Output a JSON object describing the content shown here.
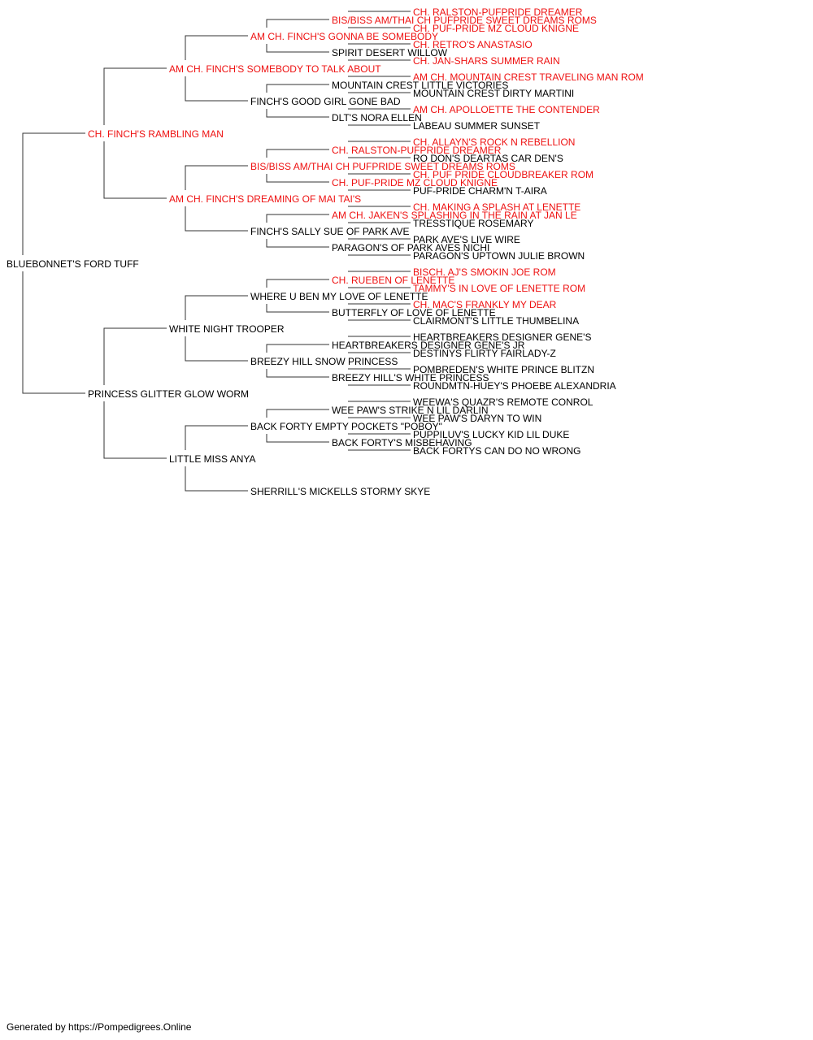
{
  "colors": {
    "champion": "#ee1111",
    "normal": "#000000",
    "line": "#333333"
  },
  "pedigree": {
    "name": "BLUEBONNET'S FORD TUFF",
    "champion": false,
    "sire": {
      "name": "CH. FINCH'S RAMBLING MAN",
      "champion": true,
      "sire": {
        "name": "AM CH. FINCH'S SOMEBODY TO TALK ABOUT",
        "champion": true,
        "sire": {
          "name": "AM CH. FINCH'S GONNA BE SOMEBODY",
          "champion": true,
          "sire": {
            "name": "BIS/BISS AM/THAI CH PUFPRIDE SWEET DREAMS ROMS",
            "champion": true,
            "sire": {
              "name": "CH. RALSTON-PUFPRIDE DREAMER",
              "champion": true
            },
            "dam": {
              "name": "CH. PUF-PRIDE MZ CLOUD KNIGNE",
              "champion": true
            }
          },
          "dam": {
            "name": "SPIRIT DESERT WILLOW",
            "champion": false,
            "sire": {
              "name": "CH. RETRO'S ANASTASIO",
              "champion": true
            },
            "dam": {
              "name": "CH. JAN-SHARS SUMMER RAIN",
              "champion": true
            }
          }
        },
        "dam": {
          "name": "FINCH'S GOOD GIRL GONE BAD",
          "champion": false,
          "sire": {
            "name": "MOUNTAIN CREST LITTLE VICTORIES",
            "champion": false,
            "sire": {
              "name": "AM CH. MOUNTAIN CREST TRAVELING MAN ROM",
              "champion": true
            },
            "dam": {
              "name": "MOUNTAIN CREST DIRTY MARTINI",
              "champion": false
            }
          },
          "dam": {
            "name": "DLT'S NORA ELLEN",
            "champion": false,
            "sire": {
              "name": "AM CH. APOLLOETTE THE CONTENDER",
              "champion": true
            },
            "dam": {
              "name": "LABEAU SUMMER SUNSET",
              "champion": false
            }
          }
        }
      },
      "dam": {
        "name": "AM CH. FINCH'S DREAMING OF MAI TAI'S",
        "champion": true,
        "sire": {
          "name": "BIS/BISS AM/THAI CH PUFPRIDE SWEET DREAMS ROMS",
          "champion": true,
          "sire": {
            "name": "CH. RALSTON-PUFPRIDE DREAMER",
            "champion": true,
            "sire": {
              "name": "CH. ALLAYN'S ROCK N REBELLION",
              "champion": true
            },
            "dam": {
              "name": "RO DON'S DEARTAS CAR DEN'S",
              "champion": false
            }
          },
          "dam": {
            "name": "CH. PUF-PRIDE MZ CLOUD KNIGNE",
            "champion": true,
            "sire": {
              "name": "CH. PUF PRIDE CLOUDBREAKER ROM",
              "champion": true
            },
            "dam": {
              "name": "PUF-PRIDE CHARM'N T-AIRA",
              "champion": false
            }
          }
        },
        "dam": {
          "name": "FINCH'S SALLY SUE OF PARK AVE",
          "champion": false,
          "sire": {
            "name": "AM CH. JAKEN'S SPLASHING IN THE RAIN AT JAN LE",
            "champion": true,
            "sire": {
              "name": "CH. MAKING A SPLASH AT LENETTE",
              "champion": true
            },
            "dam": {
              "name": "TRESSTIQUE ROSEMARY",
              "champion": false
            }
          },
          "dam": {
            "name": "PARAGON'S OF PARK AVES NICHI",
            "champion": false,
            "sire": {
              "name": "PARK AVE'S LIVE WIRE",
              "champion": false
            },
            "dam": {
              "name": "PARAGON'S UPTOWN JULIE BROWN",
              "champion": false
            }
          }
        }
      }
    },
    "dam": {
      "name": "PRINCESS GLITTER GLOW WORM",
      "champion": false,
      "sire": {
        "name": "WHITE NIGHT TROOPER",
        "champion": false,
        "sire": {
          "name": "WHERE U BEN MY LOVE OF LENETTE",
          "champion": false,
          "sire": {
            "name": "CH. RUEBEN OF LENETTE",
            "champion": true,
            "sire": {
              "name": "BISCH. AJ'S SMOKIN JOE ROM",
              "champion": true
            },
            "dam": {
              "name": "TAMMY'S IN LOVE OF LENETTE ROM",
              "champion": true
            }
          },
          "dam": {
            "name": "BUTTERFLY OF LOVE OF LENETTE",
            "champion": false,
            "sire": {
              "name": "CH. MAC'S FRANKLY MY DEAR",
              "champion": true
            },
            "dam": {
              "name": "CLAIRMONT'S LITTLE THUMBELINA",
              "champion": false
            }
          }
        },
        "dam": {
          "name": "BREEZY HILL SNOW PRINCESS",
          "champion": false,
          "sire": {
            "name": "HEARTBREAKERS DESIGNER GENE'S JR",
            "champion": false,
            "sire": {
              "name": "HEARTBREAKERS DESIGNER GENE'S",
              "champion": false
            },
            "dam": {
              "name": "DESTINYS FLIRTY FAIRLADY-Z",
              "champion": false
            }
          },
          "dam": {
            "name": "BREEZY HILL'S WHITE PRINCESS",
            "champion": false,
            "sire": {
              "name": "POMBREDEN'S WHITE PRINCE BLITZN",
              "champion": false
            },
            "dam": {
              "name": "ROUNDMTN-HUEY'S PHOEBE ALEXANDRIA",
              "champion": false
            }
          }
        }
      },
      "dam": {
        "name": "LITTLE MISS ANYA",
        "champion": false,
        "sire": {
          "name": "BACK FORTY EMPTY POCKETS \"POBOY\"",
          "champion": false,
          "sire": {
            "name": "WEE PAW'S STRIKE N LIL DARLIN",
            "champion": false,
            "sire": {
              "name": "WEEWA'S QUAZR'S REMOTE CONROL",
              "champion": false
            },
            "dam": {
              "name": "WEE PAW'S DARYN TO WIN",
              "champion": false
            }
          },
          "dam": {
            "name": "BACK FORTY'S MISBEHAVING",
            "champion": false,
            "sire": {
              "name": "PUPPILUV'S LUCKY KID LIL DUKE",
              "champion": false
            },
            "dam": {
              "name": "BACK FORTYS CAN DO NO WRONG",
              "champion": false
            }
          }
        },
        "dam": {
          "name": "SHERRILL'S MICKELLS STORMY SKYE",
          "champion": false
        }
      }
    }
  },
  "footer": "Generated by https://Pompedigrees.Online"
}
